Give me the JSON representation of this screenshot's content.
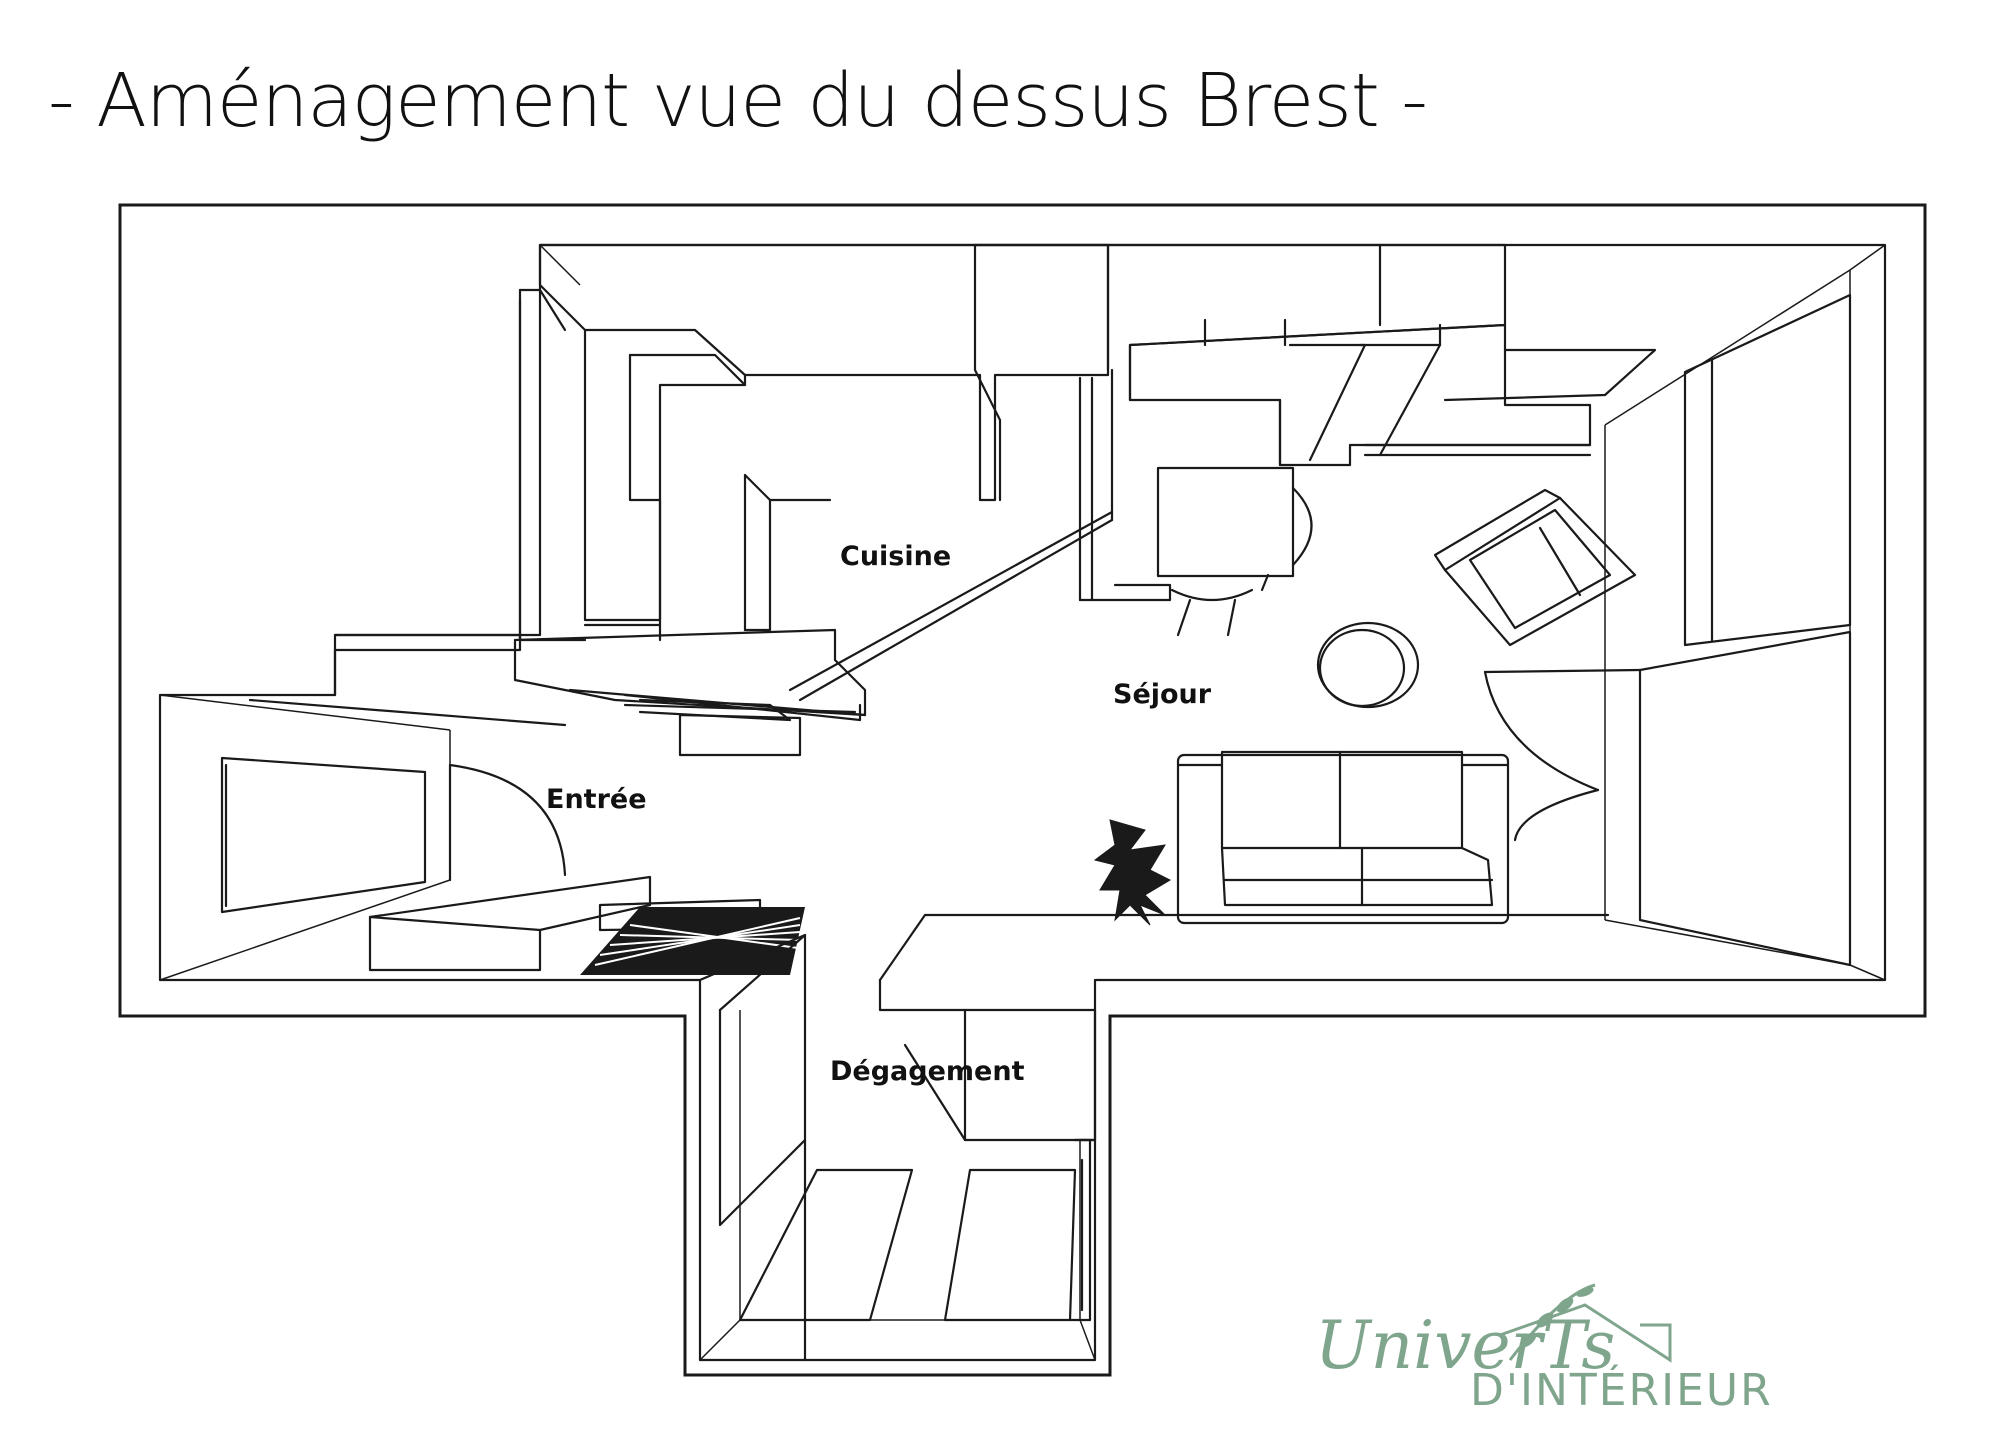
{
  "title": "- Aménagement vue du dessus Brest -",
  "rooms": {
    "cuisine": "Cuisine",
    "sejour": "Séjour",
    "entree": "Entrée",
    "degagement": "Dégagement"
  },
  "logo": {
    "script": "UniverTs",
    "sub": "D'INTÉRIEUR",
    "color": "#7fa58d"
  },
  "line_color": "#1a1a1a"
}
